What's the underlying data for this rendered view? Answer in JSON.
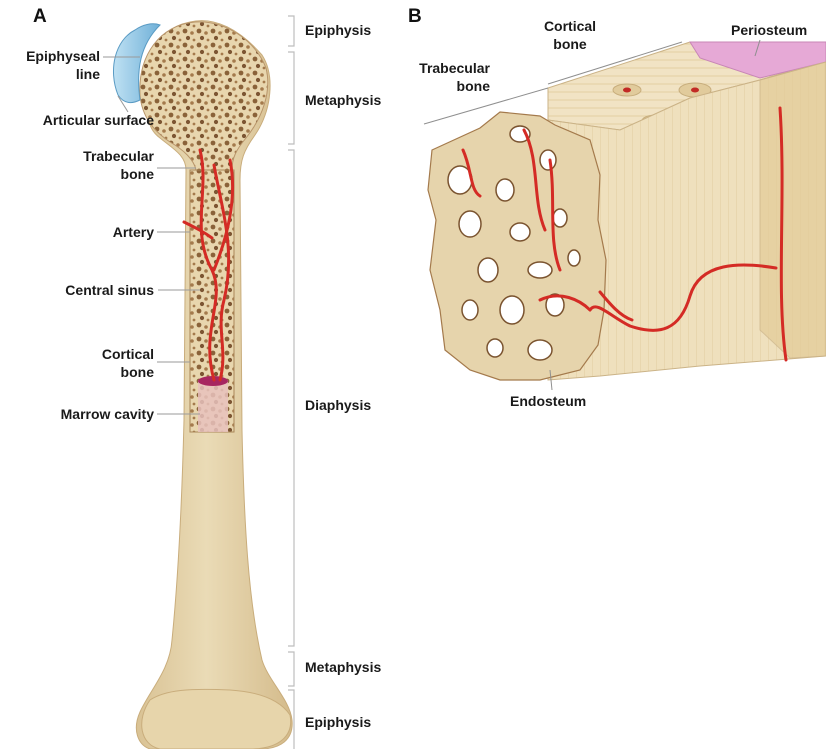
{
  "panels": {
    "a": "A",
    "b": "B"
  },
  "panel_a": {
    "labels": {
      "epiphyseal_line_1": "Epiphyseal",
      "epiphyseal_line_2": "line",
      "articular_surface": "Articular surface",
      "trabecular_1": "Trabecular",
      "trabecular_2": "bone",
      "artery": "Artery",
      "central_sinus": "Central sinus",
      "cortical_1": "Cortical",
      "cortical_2": "bone",
      "marrow_cavity": "Marrow cavity"
    },
    "regions": {
      "epiphysis_top": "Epiphysis",
      "metaphysis_top": "Metaphysis",
      "diaphysis": "Diaphysis",
      "metaphysis_bottom": "Metaphysis",
      "epiphysis_bottom": "Epiphysis"
    }
  },
  "panel_b": {
    "labels": {
      "cortical_1": "Cortical",
      "cortical_2": "bone",
      "periosteum": "Periosteum",
      "trabecular_1": "Trabecular",
      "trabecular_2": "bone",
      "endosteum": "Endosteum"
    }
  },
  "colors": {
    "bone": "#e6d4ad",
    "bone_dark": "#b8956a",
    "spongy": "#8a6239",
    "artery": "#d42b25",
    "cartilage": "#8fc3e0",
    "periosteum": "#e6a9d6",
    "bracket": "#bdbdbd"
  }
}
